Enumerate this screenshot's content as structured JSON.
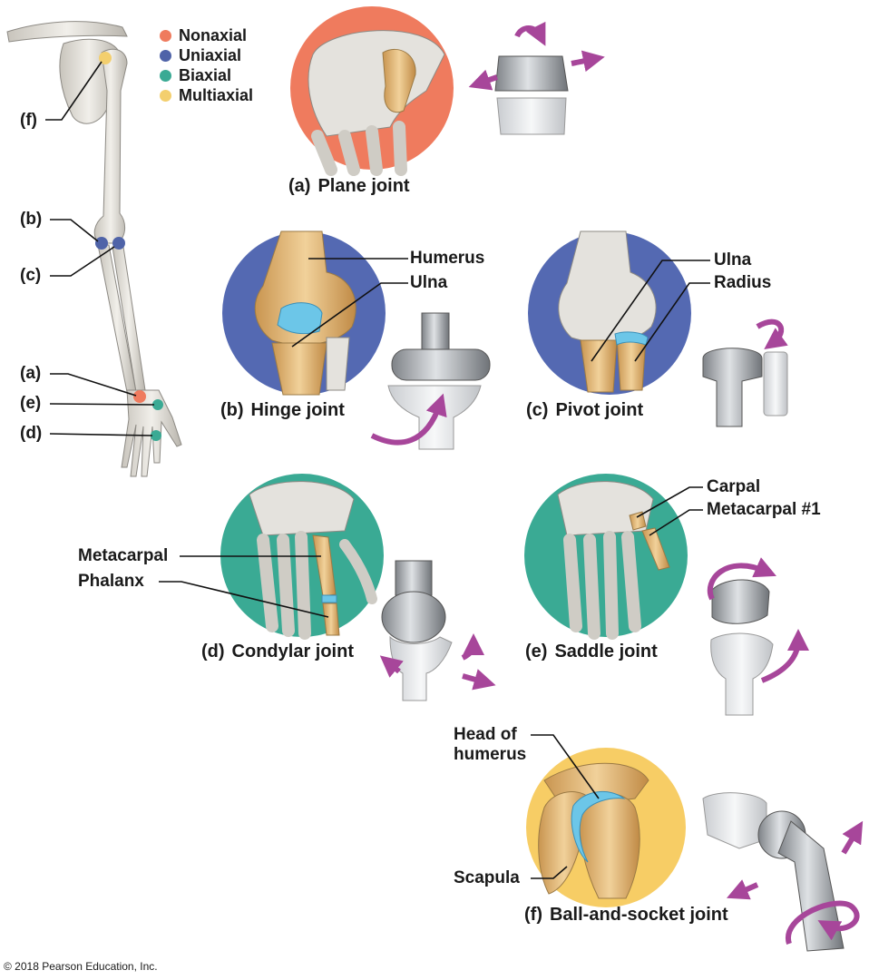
{
  "legend": [
    {
      "label": "Nonaxial",
      "color": "#ef7b5e"
    },
    {
      "label": "Uniaxial",
      "color": "#4f63a8"
    },
    {
      "label": "Biaxial",
      "color": "#3aaa94"
    },
    {
      "label": "Multiaxial",
      "color": "#f3cf6e"
    }
  ],
  "arm_labels": {
    "f": "(f)",
    "b": "(b)",
    "c": "(c)",
    "a": "(a)",
    "e": "(e)",
    "d": "(d)"
  },
  "joints": {
    "plane": {
      "tag": "(a)",
      "name": "Plane joint"
    },
    "hinge": {
      "tag": "(b)",
      "name": "Hinge joint"
    },
    "pivot": {
      "tag": "(c)",
      "name": "Pivot joint"
    },
    "condylar": {
      "tag": "(d)",
      "name": "Condylar joint"
    },
    "saddle": {
      "tag": "(e)",
      "name": "Saddle joint"
    },
    "ball": {
      "tag": "(f)",
      "name": "Ball-and-socket joint"
    }
  },
  "bone_labels": {
    "hinge_humerus": "Humerus",
    "hinge_ulna": "Ulna",
    "pivot_ulna": "Ulna",
    "pivot_radius": "Radius",
    "saddle_carpal": "Carpal",
    "saddle_metacarpal": "Metacarpal #1",
    "condylar_metacarpal": "Metacarpal",
    "condylar_phalanx": "Phalanx",
    "ball_head_line1": "Head of",
    "ball_head_line2": "humerus",
    "ball_scapula": "Scapula"
  },
  "colors": {
    "arrow": "#a7469a",
    "cartilage": "#6cc6e8",
    "bone": "#e8dcc0",
    "bone_highlight": "#e8b96e"
  },
  "copyright": "© 2018 Pearson Education, Inc."
}
